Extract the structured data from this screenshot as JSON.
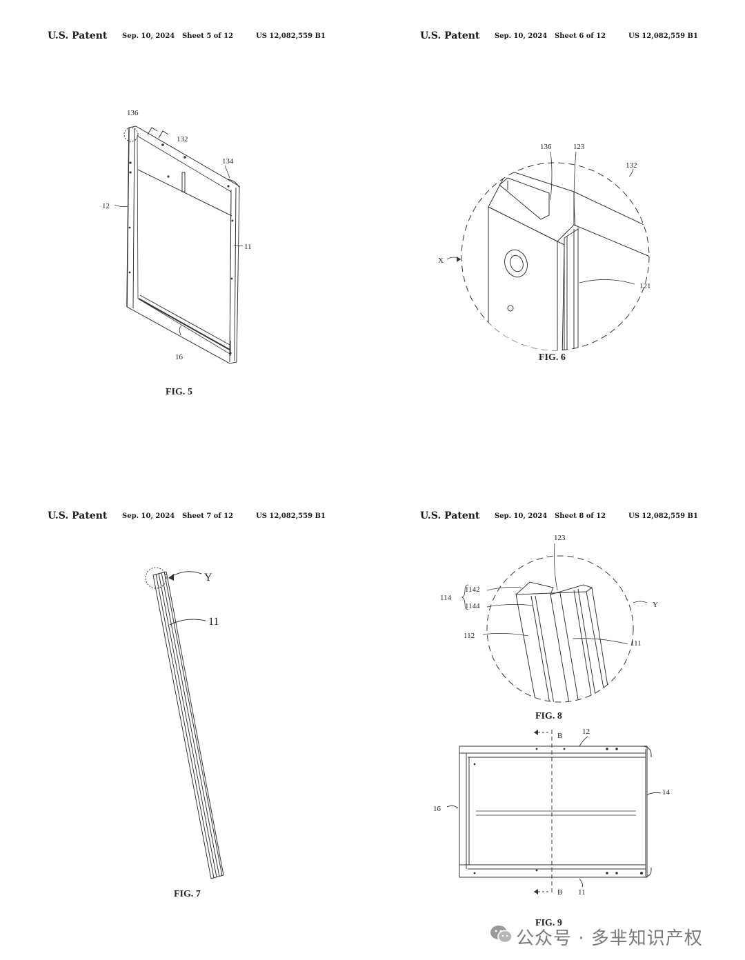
{
  "sheets": [
    {
      "patent": "U.S. Patent",
      "date": "Sep. 10, 2024",
      "sheet": "Sheet 5 of 12",
      "number": "US 12,082,559 B1",
      "figure": "FIG. 5",
      "labels": [
        "136",
        "132",
        "134",
        "12",
        "11",
        "16"
      ]
    },
    {
      "patent": "U.S. Patent",
      "date": "Sep. 10, 2024",
      "sheet": "Sheet 6 of 12",
      "number": "US 12,082,559 B1",
      "figure": "FIG. 6",
      "labels": [
        "136",
        "123",
        "132",
        "X",
        "121"
      ]
    },
    {
      "patent": "U.S. Patent",
      "date": "Sep. 10, 2024",
      "sheet": "Sheet 7 of 12",
      "number": "US 12,082,559 B1",
      "figure": "FIG. 7",
      "labels": [
        "Y",
        "11"
      ]
    },
    {
      "patent": "U.S. Patent",
      "date": "Sep. 10, 2024",
      "sheet": "Sheet 8 of 12",
      "number": "US 12,082,559 B1",
      "figure": "FIG. 8",
      "figure2": "FIG. 9",
      "labels": [
        "123",
        "1142",
        "114",
        "1144",
        "Y",
        "112",
        "111"
      ],
      "labels2": [
        "B",
        "12",
        "14",
        "16",
        "B",
        "11"
      ]
    }
  ],
  "watermark": {
    "text": "公众号 · 多芈知识产权",
    "icon": "wechat-icon"
  }
}
